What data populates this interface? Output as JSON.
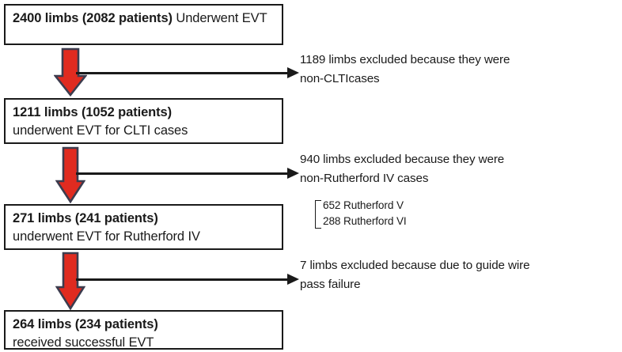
{
  "figure": {
    "type": "flowchart",
    "orientation": "vertical-with-side-exclusions",
    "colors": {
      "box_border": "#1a1a1a",
      "box_fill": "#ffffff",
      "arrow_red_fill": "#e02b20",
      "arrow_red_stroke": "#3c3c4e",
      "arrow_black": "#1a1a1a",
      "text": "#1a1a1a"
    }
  },
  "boxes": [
    {
      "id": "box-enrolled",
      "line1": "2400 limbs (2082 patients)",
      "line2": "Underwent EVT"
    },
    {
      "id": "box-clti",
      "line1": "1211 limbs (1052 patients)",
      "line2": "underwent EVT for CLTI cases"
    },
    {
      "id": "box-rutherford4",
      "line1": "271 limbs (241 patients)",
      "line2": "underwent EVT for Rutherford IV"
    },
    {
      "id": "box-success",
      "line1": "264 limbs (234 patients)",
      "line2": "received successful EVT"
    }
  ],
  "exclusions": [
    {
      "id": "exclusion-non-clti",
      "line1": "1189 limbs excluded because they were",
      "line2": "non-CLTIcases",
      "sub_items": []
    },
    {
      "id": "exclusion-non-rutherford4",
      "line1": "940 limbs excluded because they were",
      "line2": "non-Rutherford IV cases",
      "sub_items": [
        "652 Rutherford V",
        "288 Rutherford VI"
      ]
    },
    {
      "id": "exclusion-guidewire",
      "line1": "7 limbs excluded because due to guide wire",
      "line2": "pass failure",
      "sub_items": []
    }
  ]
}
